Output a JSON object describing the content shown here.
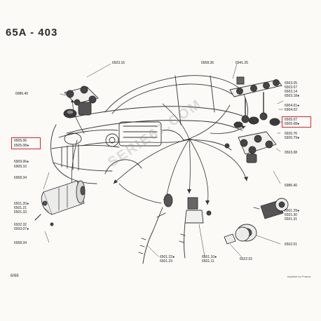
{
  "title": "65A - 403",
  "footer": {
    "page": "6/66",
    "printed": "Imprimé en France"
  },
  "watermark": "SERIE67.COM",
  "highlight_color": "#d8242e",
  "labels": {
    "l6503_16": "6503.16",
    "l6958_36": "6958.36",
    "l6941_25": "6941.25",
    "l6986_40": "6986.40",
    "l6505_06": "6505.06",
    "l6505_08a": "6505.08●",
    "l6909_06": "6909.06●",
    "l6909_10": "6909.10",
    "l6958_34a": "6958.34",
    "l6501_20a": "6501.20●",
    "l6501_21": "6501.21",
    "l6501_33a": "6501.33",
    "l6932_32": "6932.32",
    "l6933_07": "6933.07●",
    "l6958_34b": "6958.34",
    "l6503_05": "6503.05",
    "l6503_07": "6503.07",
    "l6503_14": "6503.14",
    "l6503_18": "6503.18●",
    "l6904_01": "6904.01●",
    "l6904_02": "6904.02",
    "l6505_07": "6505.07",
    "l6505_08b": "6505.08●",
    "l6920_76": "6920.76",
    "l6920_79": "6920.79●",
    "l6503_08": "6503.08",
    "l6986_40b": "6986.40",
    "l6501_29": "6501.29●",
    "l6501_30": "6501.30",
    "l6501_31": "6501.31",
    "l6502_01": "6502.01",
    "l6501_22": "6501.22●",
    "l6501_23": "6501.23",
    "l6501_10": "6501.10●",
    "l6501_11": "6501.11",
    "l6522_02": "6522.02"
  }
}
